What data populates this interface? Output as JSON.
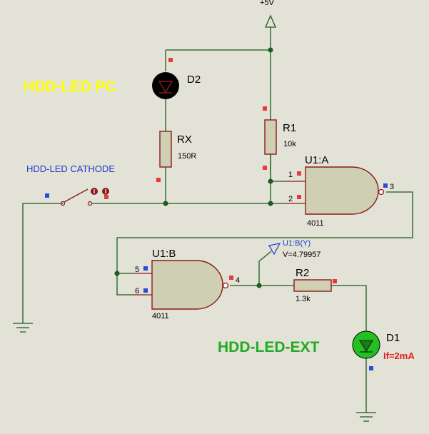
{
  "power": {
    "label": "+5V"
  },
  "d2": {
    "ref": "D2",
    "caption": "HDD-LED PC"
  },
  "rx": {
    "ref": "RX",
    "value": "150R"
  },
  "r1": {
    "ref": "R1",
    "value": "10k"
  },
  "cathode": {
    "label": "HDD-LED CATHODE"
  },
  "gate_a": {
    "ref": "U1:A",
    "part": "4011",
    "pin1": "1",
    "pin2": "2",
    "pin3": "3"
  },
  "gate_b": {
    "ref": "U1:B",
    "part": "4011",
    "pin5": "5",
    "pin6": "6",
    "pin4": "4"
  },
  "probe": {
    "name": "U1:B(Y)",
    "reading": "V=4.79957"
  },
  "r2": {
    "ref": "R2",
    "value": "1.3k"
  },
  "d1": {
    "ref": "D1",
    "caption": "HDD-LED-EXT",
    "current": "If=2mA"
  },
  "colors": {
    "background": "#e2e2d6",
    "wire": "#1e5a1e",
    "outline": "#8b1a1a",
    "led_on": "#22c022",
    "led_off": "#000000",
    "caption_yellow": "#ffff00",
    "caption_green": "#22aa22",
    "text_blue": "#1c3bd0",
    "current_red": "#e02020"
  }
}
